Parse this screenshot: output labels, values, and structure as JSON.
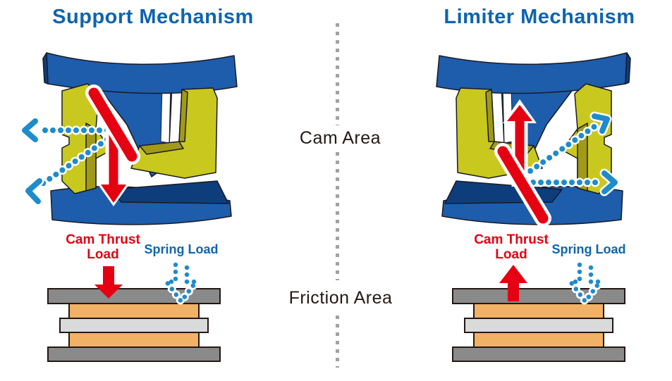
{
  "left_panel": {
    "title": "Support Mechanism",
    "cam_thrust_line1": "Cam Thrust",
    "cam_thrust_line2": "Load",
    "spring_label": "Spring Load",
    "cam_thrust_direction": "down",
    "spring_load_direction": "down"
  },
  "right_panel": {
    "title": "Limiter Mechanism",
    "cam_thrust_line1": "Cam Thrust",
    "cam_thrust_line2": "Load",
    "spring_label": "Spring Load",
    "cam_thrust_direction": "up",
    "spring_load_direction": "down"
  },
  "center": {
    "cam_area": "Cam Area",
    "friction_area": "Friction Area"
  },
  "colors": {
    "title_blue": "#0f64ad",
    "label_dark": "#231815",
    "load_red": "#e50012",
    "spring_blue": "#1065ad",
    "dot_blue": "#1e8bcc",
    "machine_blue": "#1d5dab",
    "machine_blue_dark": "#0e3d7c",
    "machine_yellow": "#c9c81f",
    "machine_yellow_dark": "#a09a16",
    "plate_gray": "#8a8a8a",
    "plate_orange": "#f1b266",
    "plate_light": "#d9dada",
    "outline_dark": "#231815",
    "divider_gray": "#a2a2a3"
  }
}
